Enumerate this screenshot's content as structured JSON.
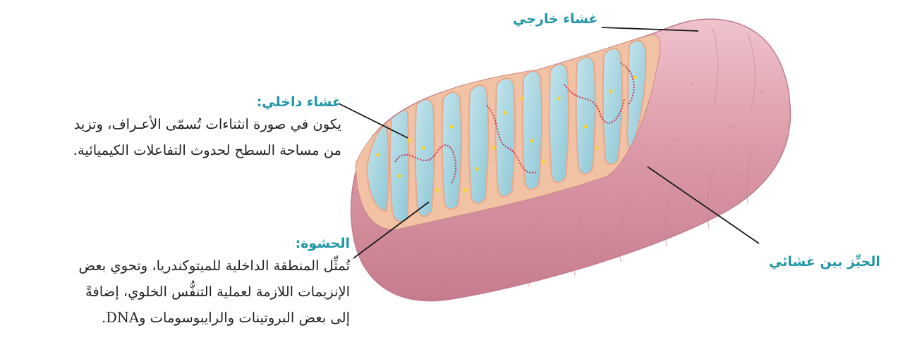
{
  "labels": {
    "outer_membrane": {
      "title": "غشاء خارجي"
    },
    "inner_membrane": {
      "title": "غشاء داخلي:",
      "lines": [
        "يكون في صورة انثناءات تُسمّى الأعـراف، وتزيد",
        "من مساحة السطح لحدوث التفاعلات الكيميائية."
      ]
    },
    "matrix": {
      "title": "الحشوة:",
      "lines": [
        "تُمثِّل المنطقة الداخلية للميتوكندريا، وتحوي بعض",
        "الإنزيمات اللازمة لعملية التنفُّس الخلوي، إضافةً",
        "إلى بعض البروتينات والرايبوسومات وDNA."
      ]
    },
    "intermembrane_space": {
      "title": "الحيِّز بين غشائي"
    }
  },
  "colors": {
    "label_heading": "#2196a6",
    "body_text": "#231f20",
    "outer_membrane": "#d98f9e",
    "inner_membrane": "#f2c2a4",
    "matrix": "#a9d8e2",
    "ribosome": "#f6d431",
    "dna": "#c8324e",
    "leader_line": "#1a1a1a"
  }
}
